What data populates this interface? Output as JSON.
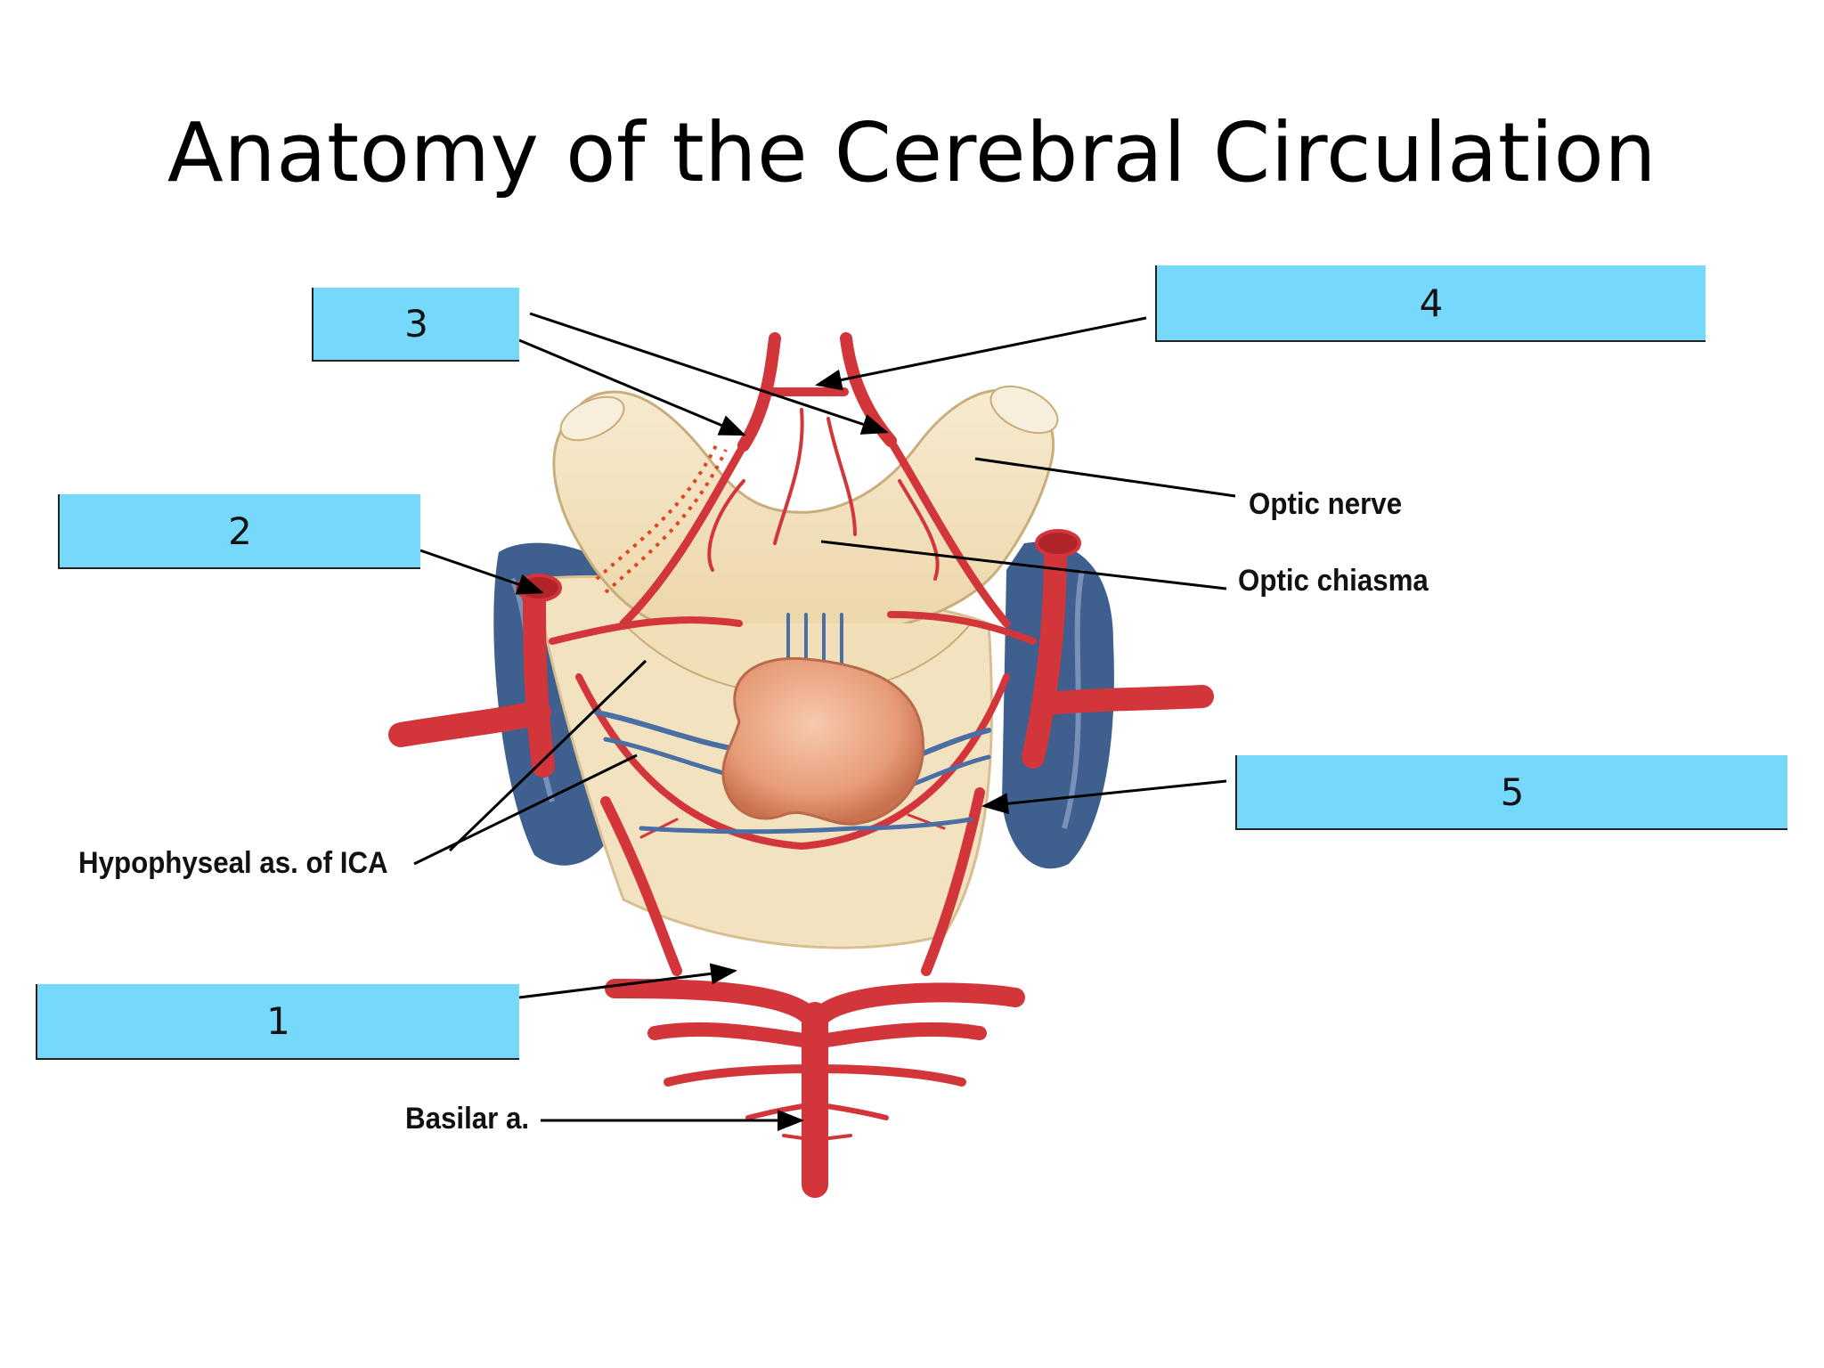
{
  "title": "Anatomy of the Cerebral Circulation",
  "blanks": [
    {
      "id": 1,
      "text": "1"
    },
    {
      "id": 2,
      "text": "2"
    },
    {
      "id": 3,
      "text": "3"
    },
    {
      "id": 4,
      "text": "4"
    },
    {
      "id": 5,
      "text": "5"
    }
  ],
  "labels": {
    "optic_nerve": "Optic nerve",
    "optic_chiasma": "Optic chiasma",
    "hypophyseal": "Hypophyseal as. of ICA",
    "basilar": "Basilar a."
  },
  "colors": {
    "blank_fill": "#76d9fb",
    "artery": "#d2353a",
    "nerve": "#f2dfb8",
    "vein": "#3f5f8f",
    "pituitary": "#e9a07e"
  }
}
